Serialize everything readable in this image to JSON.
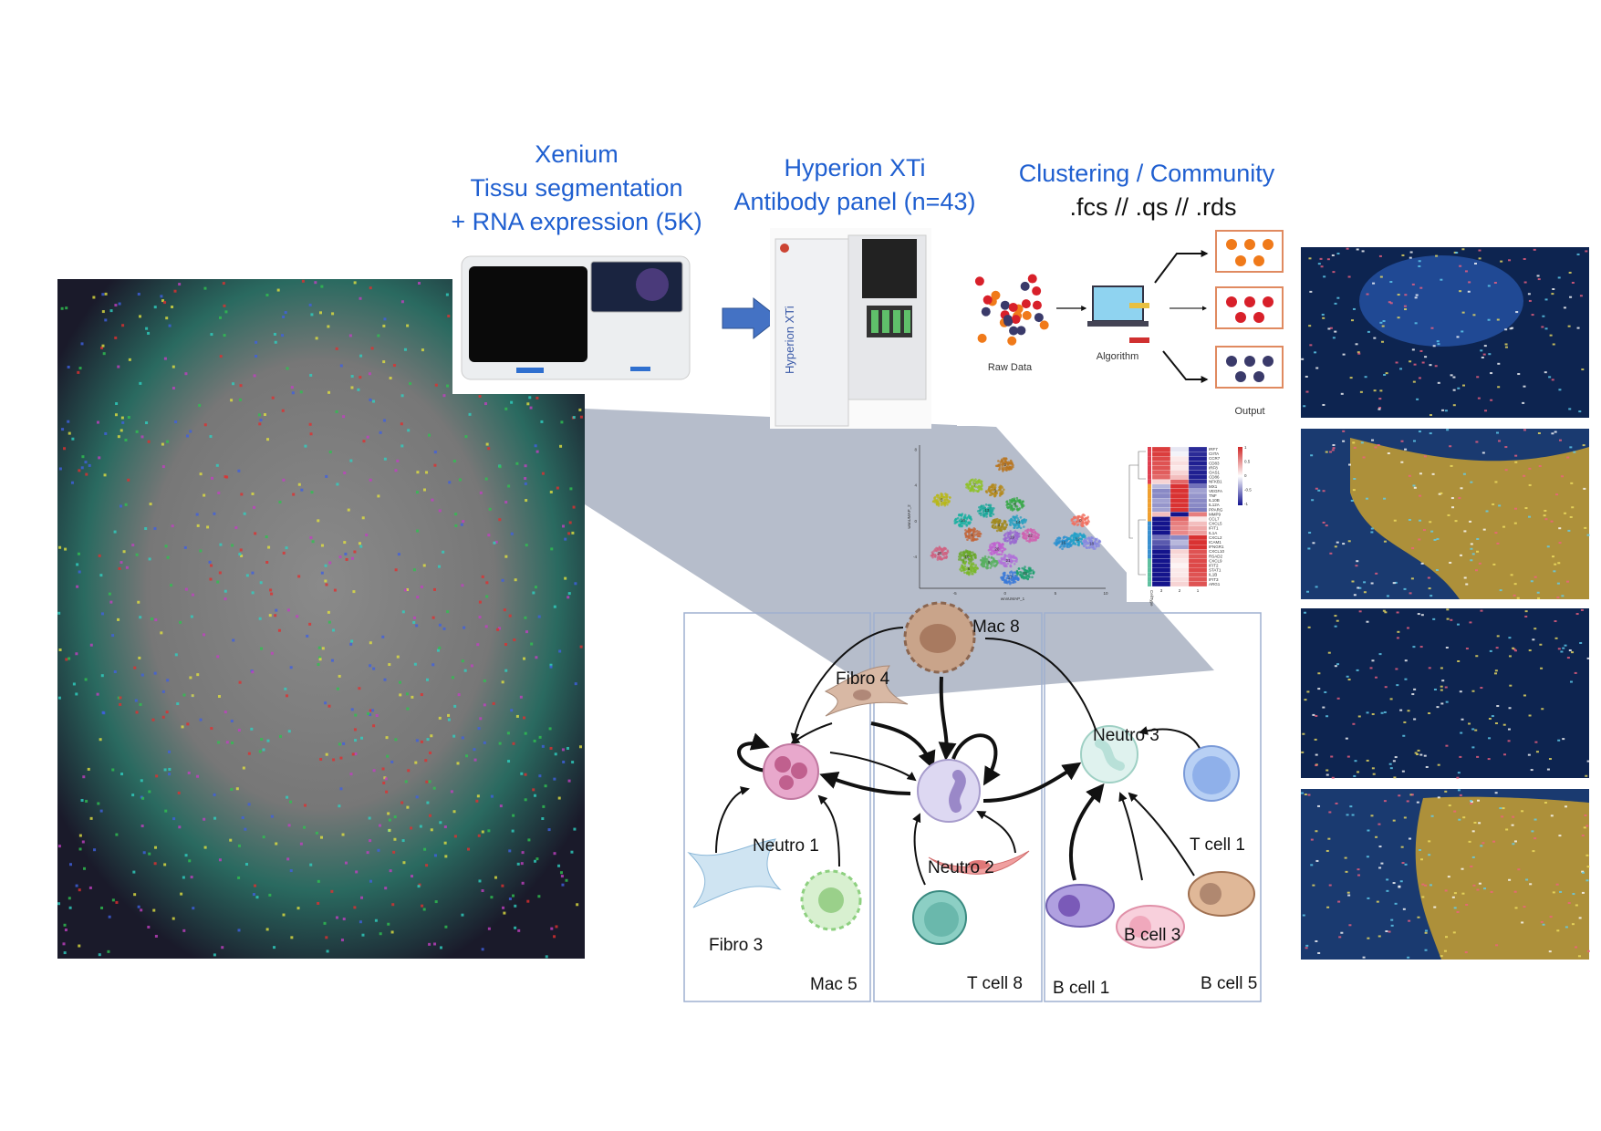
{
  "panels": {
    "xenium": {
      "title_lines": [
        "Xenium",
        "Tissu segmentation",
        "+ RNA expression (5K)"
      ]
    },
    "hyperion": {
      "title_lines": [
        "Hyperion XTi",
        "Antibody panel (n=43)"
      ],
      "machine_label": "Hyperion XTi"
    },
    "clustering": {
      "title": "Clustering / Community",
      "formats": ".fcs // .qs // .rds",
      "flow_labels": {
        "raw": "Raw Data",
        "algorithm": "Algorithm",
        "output": "Output"
      }
    }
  },
  "cells": {
    "mac8": "Mac 8",
    "fibro4": "Fibro 4",
    "neutro1": "Neutro 1",
    "neutro2": "Neutro 2",
    "neutro3": "Neutro 3",
    "tcell1": "T cell 1",
    "fibro3": "Fibro 3",
    "mac5": "Mac 5",
    "tcell8": "T cell 8",
    "bcell1": "B cell 1",
    "bcell3": "B cell 3",
    "bcell5": "B cell 5"
  },
  "colors": {
    "accent": "#1f5fd0",
    "arrow": "#4472c4",
    "wedge": "#a9b1c2"
  },
  "chart_data": [
    {
      "type": "scatter",
      "xlabel": "wnnUMAP_1",
      "ylabel": "wnnUMAP_2",
      "xticks": [
        -5,
        0,
        5,
        10
      ],
      "yticks": [
        -4,
        0,
        4,
        8
      ],
      "xlim": [
        -8.5,
        10
      ],
      "ylim": [
        -7.5,
        8.5
      ],
      "clusters": [
        {
          "id": "2",
          "x": 0,
          "y": 6.3,
          "color": "#b8741d"
        },
        {
          "id": "3",
          "x": -1,
          "y": 3.4,
          "color": "#b48a1c"
        },
        {
          "id": "7",
          "x": -3,
          "y": 4,
          "color": "#8fc22a"
        },
        {
          "id": "5",
          "x": -6.3,
          "y": 2.4,
          "color": "#b8b81a"
        },
        {
          "id": "13",
          "x": -1.8,
          "y": 1.2,
          "color": "#1aa89a"
        },
        {
          "id": "15",
          "x": -4.2,
          "y": 0.1,
          "color": "#1ab0a0"
        },
        {
          "id": "4",
          "x": -0.6,
          "y": -0.4,
          "color": "#a08a1e"
        },
        {
          "id": "8",
          "x": 1,
          "y": 1.9,
          "color": "#38a848"
        },
        {
          "id": "14",
          "x": 1.3,
          "y": -0.1,
          "color": "#2aa0c0"
        },
        {
          "id": "1",
          "x": -3.3,
          "y": -1.5,
          "color": "#c2663a"
        },
        {
          "id": "19",
          "x": 0.7,
          "y": -1.8,
          "color": "#9a6ad0"
        },
        {
          "id": "22",
          "x": 2.5,
          "y": -1.6,
          "color": "#d060b0"
        },
        {
          "id": "20",
          "x": -0.8,
          "y": -3.1,
          "color": "#c060d0"
        },
        {
          "id": "10",
          "x": -3.8,
          "y": -4,
          "color": "#6aa82a"
        },
        {
          "id": "6",
          "x": -3.6,
          "y": -5.3,
          "color": "#7ab82a"
        },
        {
          "id": "9",
          "x": -1.6,
          "y": -4.6,
          "color": "#58b060"
        },
        {
          "id": "21",
          "x": 0.3,
          "y": -4.4,
          "color": "#b070d8"
        },
        {
          "id": "11",
          "x": 2,
          "y": -5.8,
          "color": "#20a070"
        },
        {
          "id": "17",
          "x": 0.5,
          "y": -6.3,
          "color": "#3a7ad8"
        },
        {
          "id": "25",
          "x": -6.5,
          "y": -3.6,
          "color": "#d06080"
        },
        {
          "id": "0",
          "x": 7.5,
          "y": 0.1,
          "color": "#f07060"
        },
        {
          "id": "16",
          "x": 5.8,
          "y": -2.4,
          "color": "#2a90d0"
        },
        {
          "id": "12",
          "x": 7.2,
          "y": -2,
          "color": "#20a0c8"
        },
        {
          "id": "18",
          "x": 8.6,
          "y": -2.5,
          "color": "#8888e0"
        }
      ]
    },
    {
      "type": "heatmap",
      "columns": [
        "3",
        "2",
        "1"
      ],
      "column_annotation": "CellType",
      "colorbar_ticks": [
        "1",
        "0.5",
        "0",
        "-0.5",
        "-1"
      ],
      "rows": [
        "IRF7",
        "CIITA",
        "CCR7",
        "CD83",
        "IRF8",
        "OAS1",
        "CD86",
        "NFKB1",
        "MX1",
        "VEGFA",
        "TNF",
        "IL10B",
        "IL12A",
        "PPARG",
        "MMP9",
        "CCL7",
        "CXCL5",
        "IFIT1",
        "IL1A",
        "CXCL2",
        "ICAM1",
        "IFNGR1",
        "CXCL10",
        "RSAD2",
        "CXCL9",
        "IFIT2",
        "STAT1",
        "IL1B",
        "IFIT3",
        "ARG1"
      ],
      "values": [
        [
          0.9,
          -0.1,
          -0.9
        ],
        [
          0.9,
          -0.05,
          -0.9
        ],
        [
          0.85,
          0.1,
          -0.95
        ],
        [
          0.8,
          0.15,
          -0.95
        ],
        [
          0.8,
          0.1,
          -0.9
        ],
        [
          0.75,
          0.2,
          -0.95
        ],
        [
          0.7,
          0.3,
          -0.95
        ],
        [
          0.2,
          0.7,
          -0.9
        ],
        [
          -0.3,
          0.95,
          -0.6
        ],
        [
          -0.5,
          0.95,
          -0.4
        ],
        [
          -0.5,
          0.95,
          -0.45
        ],
        [
          -0.4,
          0.95,
          -0.5
        ],
        [
          -0.45,
          0.95,
          -0.5
        ],
        [
          -0.4,
          0.95,
          -0.55
        ],
        [
          0.3,
          -1,
          0.6
        ],
        [
          -1,
          0.7,
          0.1
        ],
        [
          -1,
          0.6,
          0.3
        ],
        [
          -1,
          0.55,
          0.4
        ],
        [
          -1,
          0.55,
          0.45
        ],
        [
          -0.6,
          -0.5,
          0.95
        ],
        [
          -0.7,
          -0.3,
          0.95
        ],
        [
          -0.8,
          -0.4,
          0.95
        ],
        [
          -1,
          0.2,
          0.8
        ],
        [
          -1,
          0.15,
          0.8
        ],
        [
          -1,
          0.1,
          0.85
        ],
        [
          -1,
          0.05,
          0.85
        ],
        [
          -1,
          0.1,
          0.85
        ],
        [
          -1,
          0.1,
          0.8
        ],
        [
          -1,
          0.15,
          0.8
        ],
        [
          -1,
          0.2,
          0.8
        ]
      ]
    }
  ]
}
